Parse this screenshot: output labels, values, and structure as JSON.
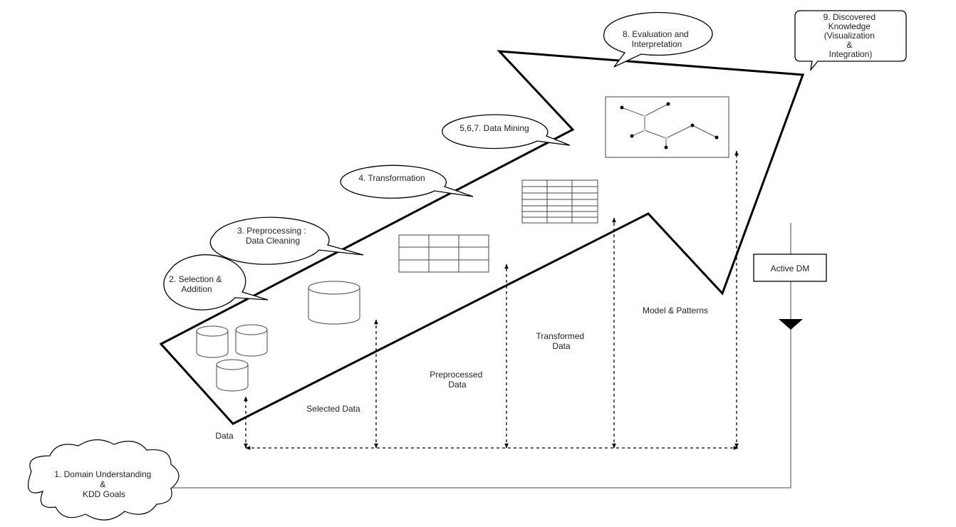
{
  "bubbles": {
    "selection": [
      "2. Selection &",
      "Addition"
    ],
    "preprocessing": [
      "3. Preprocessing :",
      "Data Cleaning"
    ],
    "transformation": [
      "4. Transformation"
    ],
    "data_mining": [
      "5,6,7. Data Mining"
    ],
    "evaluation": [
      "8. Evaluation and",
      "Interpretation"
    ]
  },
  "knowledge_box": [
    "9. Discovered",
    "Knowledge",
    "(Visualization",
    "&",
    "Integration)"
  ],
  "domain_cloud": [
    "1. Domain Understanding",
    "&",
    "KDD Goals"
  ],
  "active_dm_label": "Active DM",
  "stage_labels": {
    "data": "Data",
    "selected": "Selected Data",
    "preprocessed": [
      "Preprocessed",
      "Data"
    ],
    "transformed": [
      "Transformed",
      "Data"
    ],
    "model": "Model & Patterns"
  },
  "colors": {
    "stroke": "#000000",
    "text": "#222222",
    "background": "#ffffff"
  }
}
